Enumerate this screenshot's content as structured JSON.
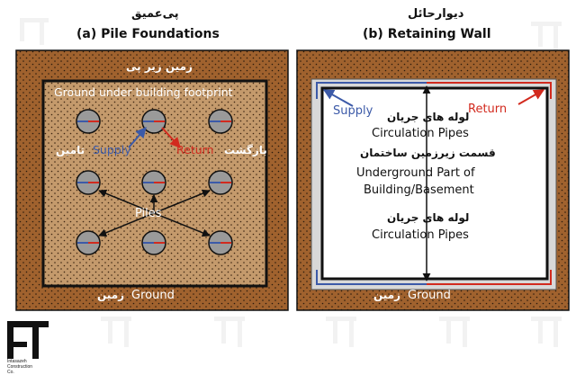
{
  "panel_a": {
    "title_fa": "پی‌عمیق",
    "title_en": "(a) Pile Foundations",
    "ground_fa": "زمین زیر پی",
    "ground_en": "Ground under building footprint",
    "supply_en": "Supply",
    "supply_fa": "تامین",
    "return_en": "Return",
    "return_fa": "بازگشت",
    "piles_en": "Piles",
    "bottom_fa": "زمین",
    "bottom_en": "Ground"
  },
  "panel_b": {
    "title_fa": "دیوارحائل",
    "title_en": "(b) Retaining Wall",
    "supply_en": "Supply",
    "return_en": "Return",
    "pipes_fa_1": "لوله های جریان",
    "pipes_en_1": "Circulation Pipes",
    "basement_fa": "قسمت زیرزمین ساختمان",
    "basement_en_1": "Underground Part of",
    "basement_en_2": "Building/Basement",
    "pipes_fa_2": "لوله های جریان",
    "pipes_en_2": "Circulation Pipes",
    "bottom_fa": "زمین",
    "bottom_en": "Ground"
  },
  "logo": {
    "line1": "Intasazeh",
    "line2": "Construction",
    "line3": "Co."
  },
  "colors": {
    "soil": "#a0622e",
    "inner_area": "#c49a6c",
    "supply": "#3c5aa8",
    "return": "#d22a1e",
    "pile": "#9a9a9a",
    "wall": "#d8d8d8"
  }
}
